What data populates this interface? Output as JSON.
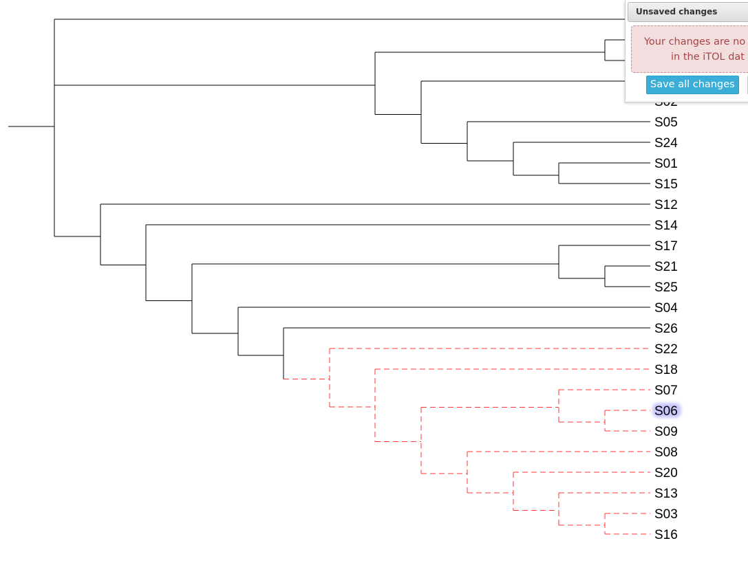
{
  "tree": {
    "leaves": [
      "S02",
      "S05",
      "S24",
      "S01",
      "S15",
      "S12",
      "S14",
      "S17",
      "S21",
      "S25",
      "S04",
      "S26",
      "S22",
      "S18",
      "S07",
      "S06",
      "S09",
      "S08",
      "S20",
      "S13",
      "S03",
      "S16"
    ],
    "highlighted_leaf": "S06",
    "branch_color": "#000000",
    "highlight_branch_color": "#ff3333",
    "highlight_label_color": "#c8c8ff"
  },
  "panel": {
    "title": "Unsaved changes",
    "message_line1": "Your changes are no",
    "message_line2": "in the iTOL dat",
    "save_label": "Save all changes"
  }
}
